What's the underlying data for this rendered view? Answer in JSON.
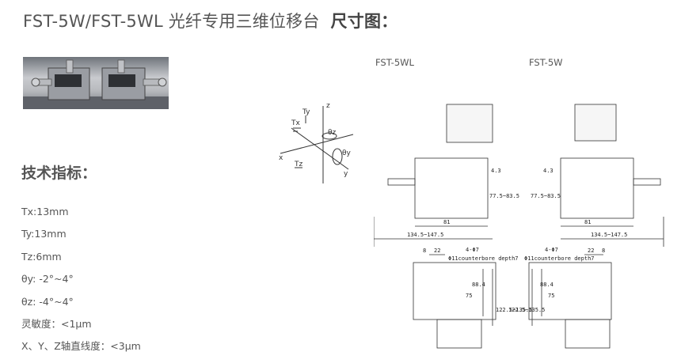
{
  "title": {
    "product": "FST-5W/FST-5WL 光纤专用三维位移台",
    "dimensions": "尺寸图："
  },
  "specs": {
    "heading": "技术指标：",
    "items": [
      "Tx:13mm",
      "Ty:13mm",
      "Tz:6mm",
      "θy: -2°~4°",
      "θz: -4°~4°",
      "灵敏度：<1μm",
      "X、Y、Z轴直线度：<3μm"
    ]
  },
  "axes": {
    "x": "x",
    "y": "y",
    "z": "z",
    "tx": "Tx",
    "ty": "Ty",
    "tz": "Tz",
    "theta_y": "θy",
    "theta_z": "θz"
  },
  "models": {
    "wl": "FST-5WL",
    "w": "FST-5W"
  },
  "dims": {
    "wl": {
      "height_range": "77.5~83.5",
      "offset": "4.3",
      "inner": "81",
      "width_range": "134.5~147.5",
      "holes": "4-Φ7",
      "counterbore": "Φ11counterbore depth7",
      "d8": "8",
      "d22": "22",
      "d88": "88.4",
      "d75": "75",
      "bottom_range": "122.5~135.5"
    },
    "w": {
      "height_range": "77.5~83.5",
      "offset": "4.3",
      "inner": "81",
      "width_range": "134.5~147.5",
      "holes": "4-Φ7",
      "counterbore": "Φ11counterbore depth7",
      "d8": "8",
      "d22": "22",
      "d88": "88.4",
      "d75": "75",
      "bottom_range": "122.5~135.5"
    }
  }
}
